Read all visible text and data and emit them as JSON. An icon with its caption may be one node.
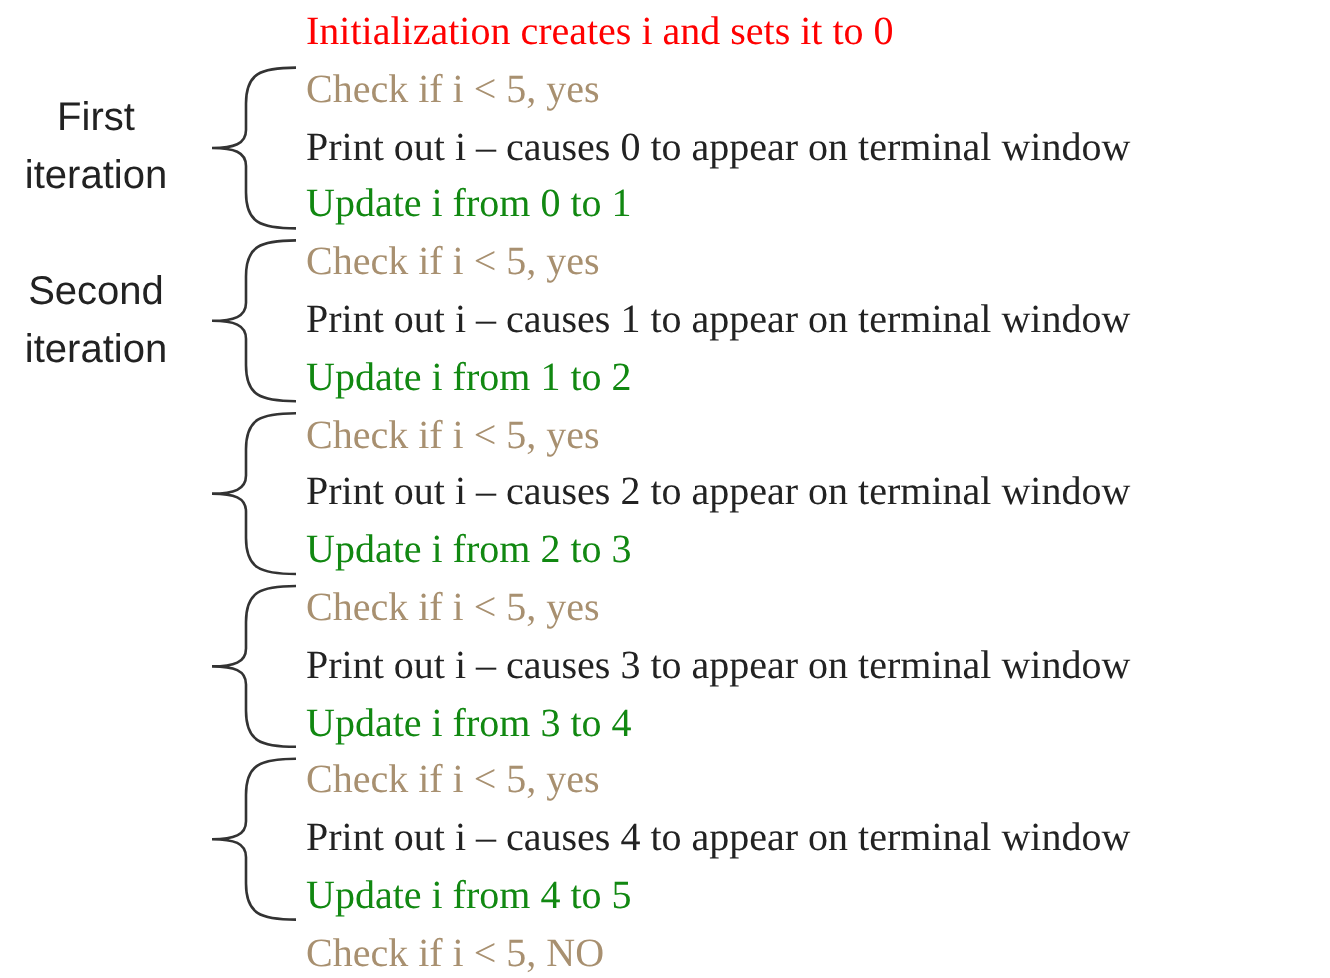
{
  "diagram": {
    "labels": [
      "Initialization creates i and sets it to 0",
      "First iteration",
      "Check if i < 5, yes",
      "Print out i – causes 0 to appear on terminal window",
      "Update i from 0 to 1",
      "Second iteration",
      "Check if i < 5, yes",
      "Print out i – causes 1 to appear on terminal window",
      "Update i from 1 to 2",
      "Check if i < 5, yes",
      "Print out i – causes 2 to appear on terminal window",
      "Update i from 2 to 3",
      "Check if i < 5, yes",
      "Print out i – causes 3 to appear on terminal window",
      "Update i from 3 to 4",
      "Check if i < 5, yes",
      "Print out i – causes 4 to appear on terminal window",
      "Update i from 4 to 5",
      "Check if i < 5, NO"
    ]
  }
}
